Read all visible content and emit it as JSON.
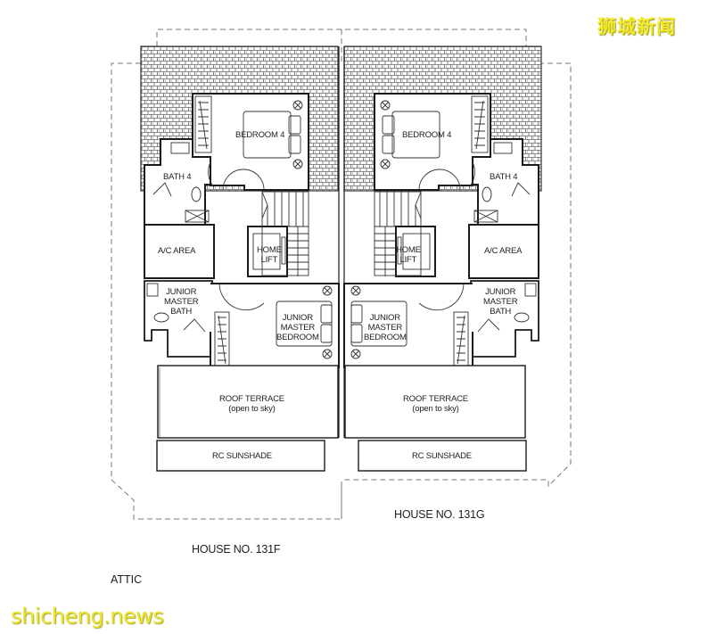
{
  "watermarks": {
    "top_right": "狮城新闻",
    "bottom_left": "shicheng.news"
  },
  "plan": {
    "level": "ATTIC",
    "houses": [
      {
        "name": "HOUSE NO. 131F",
        "rooms": {
          "bedroom4": "BEDROOM 4",
          "bath4": "BATH 4",
          "ac_area": "A/C AREA",
          "home_lift_1": "HOME",
          "home_lift_2": "LIFT",
          "jm_bath_1": "JUNIOR",
          "jm_bath_2": "MASTER",
          "jm_bath_3": "BATH",
          "jm_bedroom_1": "JUNIOR",
          "jm_bedroom_2": "MASTER",
          "jm_bedroom_3": "BEDROOM",
          "roof_terrace": "ROOF TERRACE",
          "roof_terrace_note": "(open to sky)",
          "rc_sunshade": "RC SUNSHADE"
        }
      },
      {
        "name": "HOUSE NO. 131G",
        "rooms": {
          "bedroom4": "BEDROOM 4",
          "bath4": "BATH 4",
          "ac_area": "A/C AREA",
          "home_lift_1": "HOME",
          "home_lift_2": "LIFT",
          "jm_bath_1": "JUNIOR",
          "jm_bath_2": "MASTER",
          "jm_bath_3": "BATH",
          "jm_bedroom_1": "JUNIOR",
          "jm_bedroom_2": "MASTER",
          "jm_bedroom_3": "BEDROOM",
          "roof_terrace": "ROOF TERRACE",
          "roof_terrace_note": "(open to sky)",
          "rc_sunshade": "RC SUNSHADE"
        }
      }
    ]
  },
  "colors": {
    "wall": "#1a1a1a",
    "line": "#333333",
    "roof_tile": "#555555",
    "dashed_outline": "#777777",
    "watermark": "#f3ea2a"
  }
}
